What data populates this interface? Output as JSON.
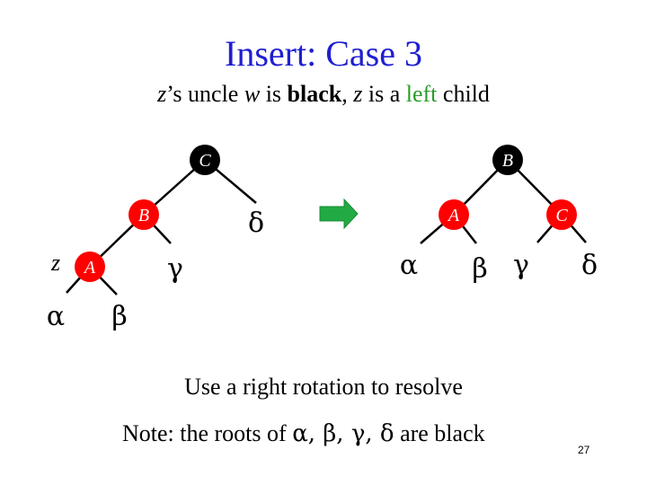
{
  "title": "Insert: Case 3",
  "subtitle": {
    "z1": "z",
    "part1": "’s uncle ",
    "w": "w",
    "part2": " is ",
    "black": "black",
    "part3": ", ",
    "z2": "z",
    "part4": " is a ",
    "left": "left",
    "part5": " child"
  },
  "colors": {
    "title": "#1f1fd1",
    "red_node": "#ff0000",
    "black_node": "#000000",
    "arrow": "#22aa44",
    "green_text": "#2a9d2a"
  },
  "left_tree": {
    "C": "C",
    "B": "B",
    "A": "A",
    "z_label": "z",
    "alpha": "α",
    "beta": "β",
    "gamma": "γ",
    "delta": "δ"
  },
  "right_tree": {
    "B": "B",
    "A": "A",
    "C": "C",
    "alpha": "α",
    "beta": "β",
    "gamma": "γ",
    "delta": "δ"
  },
  "arrow_icon": "right-arrow-icon",
  "note1": "Use a right rotation to resolve",
  "note2_prefix": "Note: the roots of ",
  "note2_greek": "α, β, γ, δ",
  "note2_suffix": " are black",
  "page_number": "27"
}
